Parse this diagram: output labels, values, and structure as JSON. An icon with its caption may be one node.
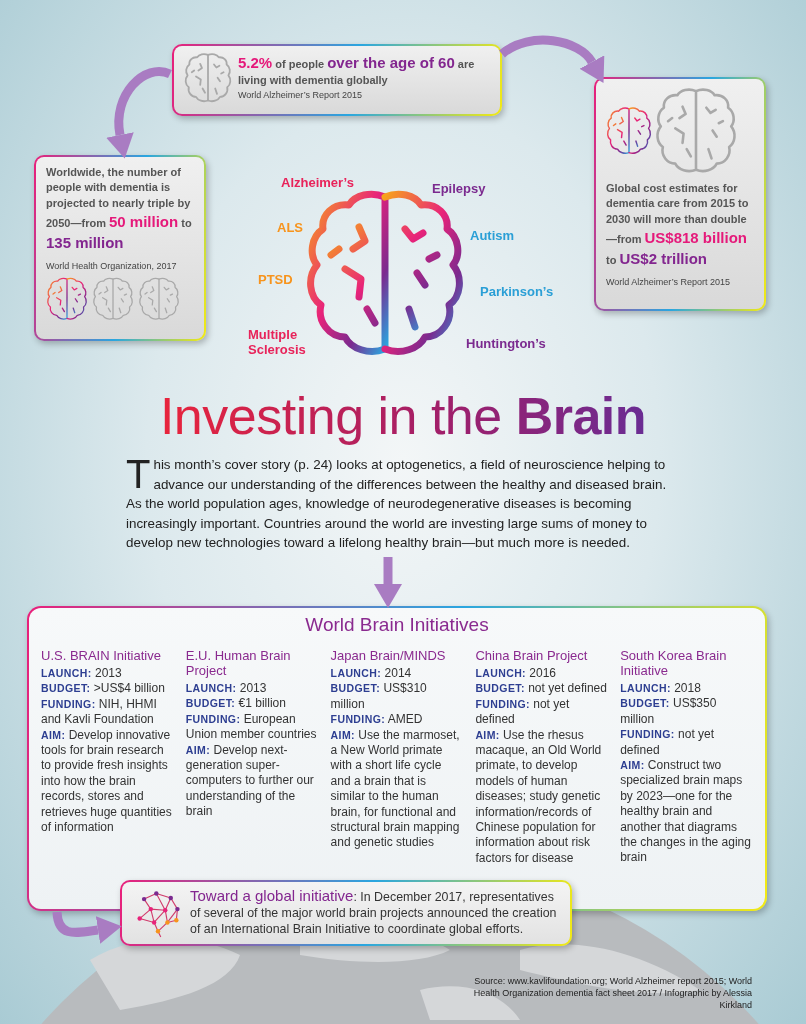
{
  "diagram": {
    "title": "Investing in the **Brain**",
    "nodes": [
      {
        "text": [
          "**5.2%** of people **over the age of 60** are living with dementia globally",
          "World Alzheimer’s Report 2015"
        ]
      },
      {
        "text": [
          "Worldwide, the number of people with dementia is projected to nearly triple by 2050—from **50 million** to **135 million**",
          "World Health Organization, 2017"
        ]
      },
      {
        "text": [
          "Global cost estimates for dementia care from 2015 to 2030 will more than double—from **US$818 billion** to **US$2 trillion**",
          "World Alzheimer’s Report 2015"
        ]
      },
      {
        "text": [
          "This month’s cover story (p. 24) looks at optogenetics, a field of neuroscience helping to advance our understanding of the differences between the healthy and diseased brain. As the world population ages, knowledge of neurodegenerative diseases is becoming increasingly important. Countries around the world are investing large sums of money to develop new technologies toward a lifelong healthy brain—but much more is needed."
        ]
      },
      {
        "text": [
          "World Brain Initiatives"
        ]
      },
      {
        "text": [
          "**Toward a global initiative**: In December 2017, representatives of several of the major world brain projects announced the creation of an International Brain Initiative to coordinate global efforts."
        ]
      }
    ],
    "edges": [
      {
        "from": 0,
        "to": 1,
        "arrow": "to"
      },
      {
        "from": 0,
        "to": 2,
        "arrow": "to"
      },
      {
        "from": 3,
        "to": 4,
        "arrow": "to"
      },
      {
        "from": 4,
        "to": 5,
        "arrow": "to"
      }
    ],
    "labels": [
      "Alzheimer’s",
      "Epilepsy",
      "ALS",
      "Autism",
      "PTSD",
      "Parkinson’s",
      "Multiple Sclerosis",
      "Huntington’s",
      "U.S. BRAIN Initiative",
      "**LAUNCH:** 2013",
      "**BUDGET:** >US$4 billion",
      "**FUNDING:** NIH, HHMI and Kavli Foundation",
      "**AIM:** Develop innovative tools for brain research to provide fresh insights into how the brain records, stores and retrieves huge quantities of information",
      "E.U. Human Brain Project",
      "**LAUNCH:** 2013",
      "**BUDGET:** €1 billion",
      "**FUNDING:** European Union member countries",
      "**AIM:** Develop next-generation super-computers to further our understanding of the brain",
      "Japan Brain/MINDS",
      "**LAUNCH:** 2014",
      "**BUDGET:** US$310 million",
      "**FUNDING:** AMED",
      "**AIM:** Use the marmoset, a New World primate with a short life cycle and a brain that is similar to the human brain, for functional and structural brain mapping and genetic studies",
      "China Brain Project",
      "**LAUNCH:** 2016",
      "**BUDGET:** not yet defined",
      "**FUNDING:** not yet defined",
      "**AIM:** Use the rhesus macaque, an Old World primate, to develop models of human diseases; study genetic information/records of Chinese population for information about risk factors for disease",
      "South Korea Brain Initiative",
      "**LAUNCH:** 2018",
      "**BUDGET:** US$350 million",
      "**FUNDING:** not yet defined",
      "**AIM:** Construct two specialized brain maps by 2023—one for the healthy brain and another that diagrams the changes in the aging brain",
      "Source: www.kavlifoundation.org; World Alzheimer report 2015; World Health Organization dementia fact sheet 2017 / Infographic by Alessia Kirkland"
    ]
  }
}
